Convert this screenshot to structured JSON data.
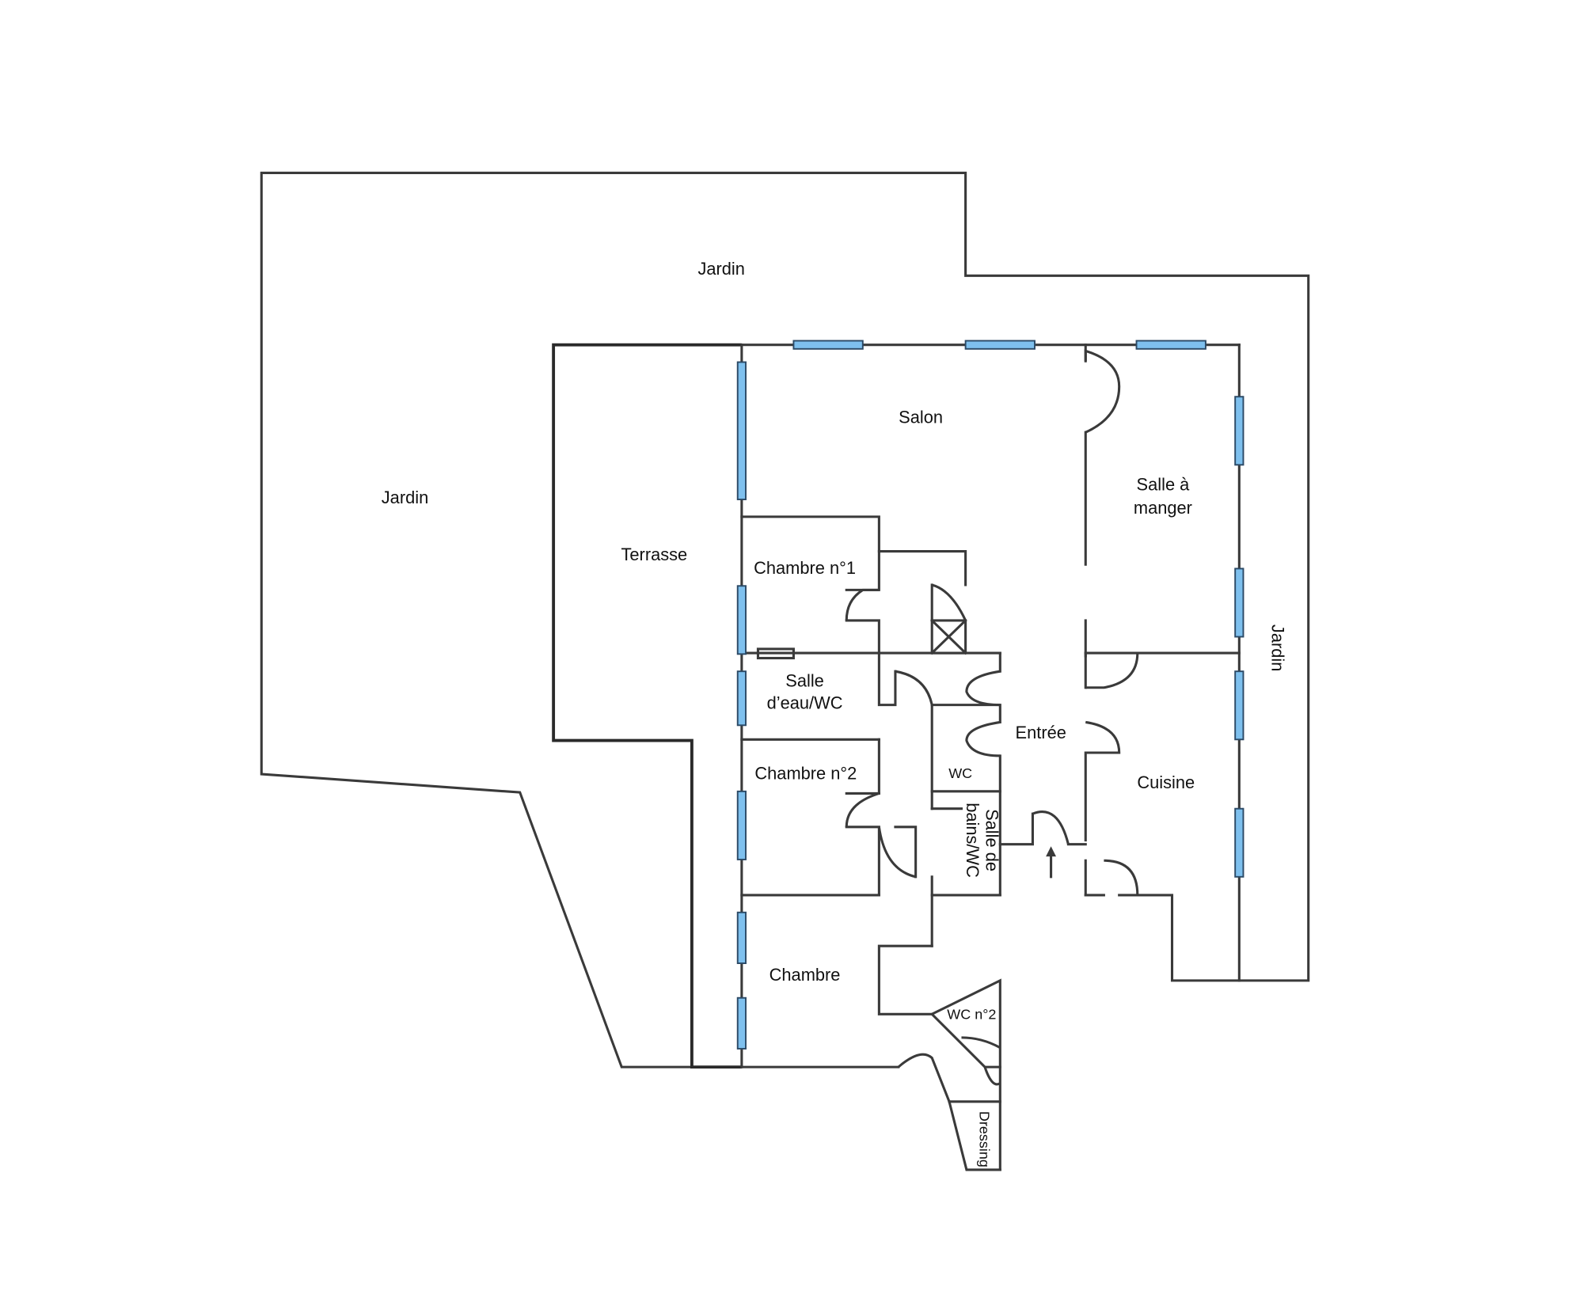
{
  "plan": {
    "colors": {
      "wall": "#3a3a3a",
      "window": "#7ec0ee"
    },
    "labels": {
      "jardin_top": "Jardin",
      "jardin_left": "Jardin",
      "jardin_right": "Jardin",
      "terrasse": "Terrasse",
      "salon": "Salon",
      "salle_a_manger_1": "Salle à",
      "salle_a_manger_2": "manger",
      "chambre1": "Chambre n°1",
      "salle_eau_1": "Salle",
      "salle_eau_2": "d’eau/WC",
      "entree": "Entrée",
      "chambre2": "Chambre n°2",
      "wc": "WC",
      "sdb_1": "Salle de",
      "sdb_2": "bains/WC",
      "cuisine": "Cuisine",
      "chambre": "Chambre",
      "wc2": "WC n°2",
      "dressing": "Dressing"
    }
  }
}
